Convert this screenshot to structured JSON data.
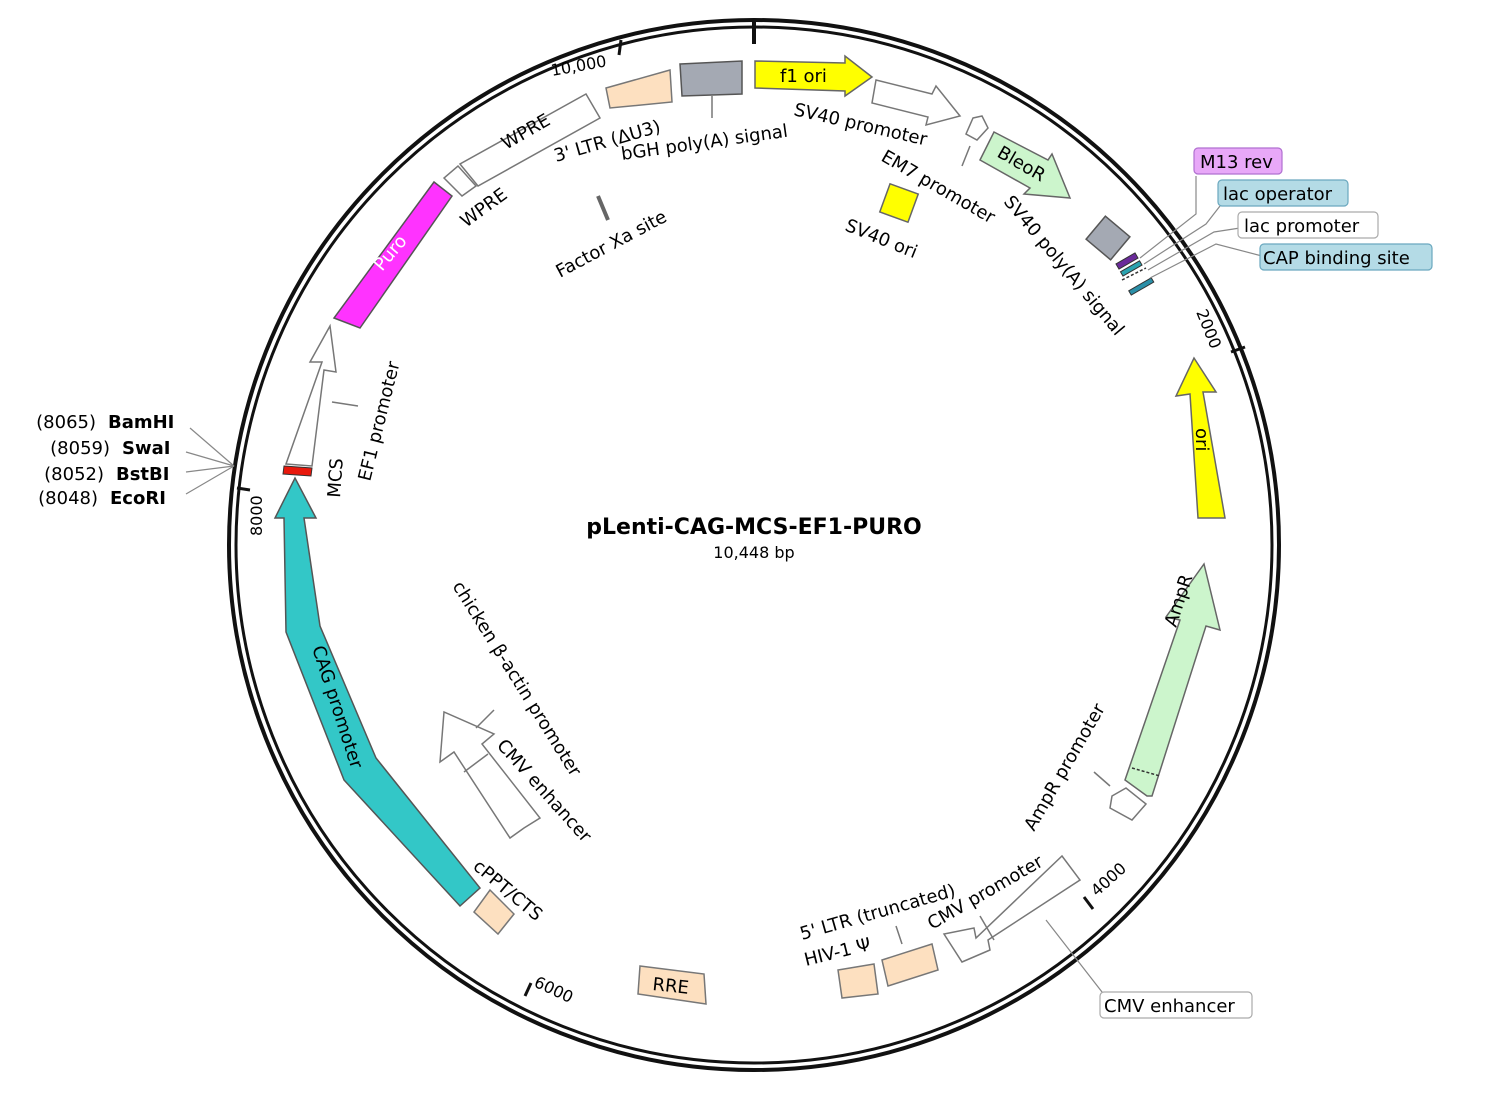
{
  "plasmid": {
    "name": "pLenti-CAG-MCS-EF1-PURO",
    "length": "10,448 bp"
  },
  "ticks": [
    "10,000",
    "2000",
    "4000",
    "6000",
    "8000"
  ],
  "features": {
    "f1_ori": "f1 ori",
    "sv40_promoter": "SV40 promoter",
    "em7_promoter": "EM7 promoter",
    "bleor": "BleoR",
    "sv40_ori": "SV40 ori",
    "sv40_polya": "SV40 poly(A) signal",
    "ori": "ori",
    "ampr": "AmpR",
    "ampr_promoter": "AmpR promoter",
    "cmv_promoter": "CMV promoter",
    "ltr5": "5' LTR (truncated)",
    "hiv_psi": "HIV-1 Ψ",
    "rre": "RRE",
    "cppt": "cPPT/CTS",
    "cag_promoter": "CAG promoter",
    "cmv_enhancer_inner": "CMV enhancer",
    "chicken_actin": "chicken β-actin promoter",
    "mcs": "MCS",
    "ef1_promoter": "EF1 promoter",
    "puro": "Puro",
    "wpre_1": "WPRE",
    "wpre_2": "WPRE",
    "ltr3": "3' LTR (ΔU3)",
    "bgh_polya": "bGH poly(A) signal",
    "factor_xa": "Factor Xa site"
  },
  "callouts": {
    "m13_rev": "M13 rev",
    "lac_operator": "lac operator",
    "lac_promoter": "lac promoter",
    "cap_site": "CAP binding site",
    "cmv_enhancer_outer": "CMV enhancer"
  },
  "enzymes": [
    {
      "pos": "(8065)",
      "name": "BamHI"
    },
    {
      "pos": "(8059)",
      "name": "SwaI"
    },
    {
      "pos": "(8052)",
      "name": "BstBI"
    },
    {
      "pos": "(8048)",
      "name": "EcoRI"
    }
  ],
  "colors": {
    "f1_ori": "#ffff00",
    "ori": "#ffff00",
    "sv40_ori": "#ffff00",
    "bleor": "#ccf5cc",
    "ampr": "#ccf5cc",
    "puro": "#ff33ff",
    "cag": "#33c7c7",
    "ltr": "#fde0c0",
    "gray": "#a4a9b3",
    "mcs": "#e8180c",
    "m13": "#e8a8f8",
    "lac_operator": "#b4dbe6",
    "cap": "#b4dbe6"
  }
}
